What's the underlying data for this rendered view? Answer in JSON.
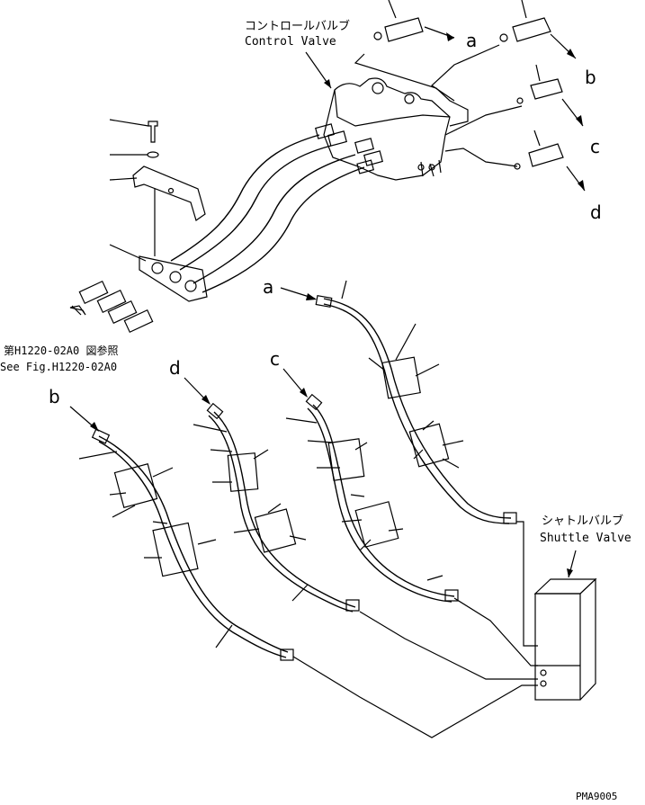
{
  "labels": {
    "control_valve_jp": "コントロールバルブ",
    "control_valve_en": "Control Valve",
    "shuttle_valve_jp": "シャトルバルブ",
    "shuttle_valve_en": "Shuttle Valve",
    "ref_jp": "第H1220-02A0 図参照",
    "ref_en": "See Fig.H1220-02A0",
    "drawing_code": "PMA9005"
  },
  "ports": {
    "a": "a",
    "b": "b",
    "c": "c",
    "d": "d"
  },
  "hose_callouts": {
    "a": "a",
    "b": "b",
    "c": "c",
    "d": "d"
  }
}
